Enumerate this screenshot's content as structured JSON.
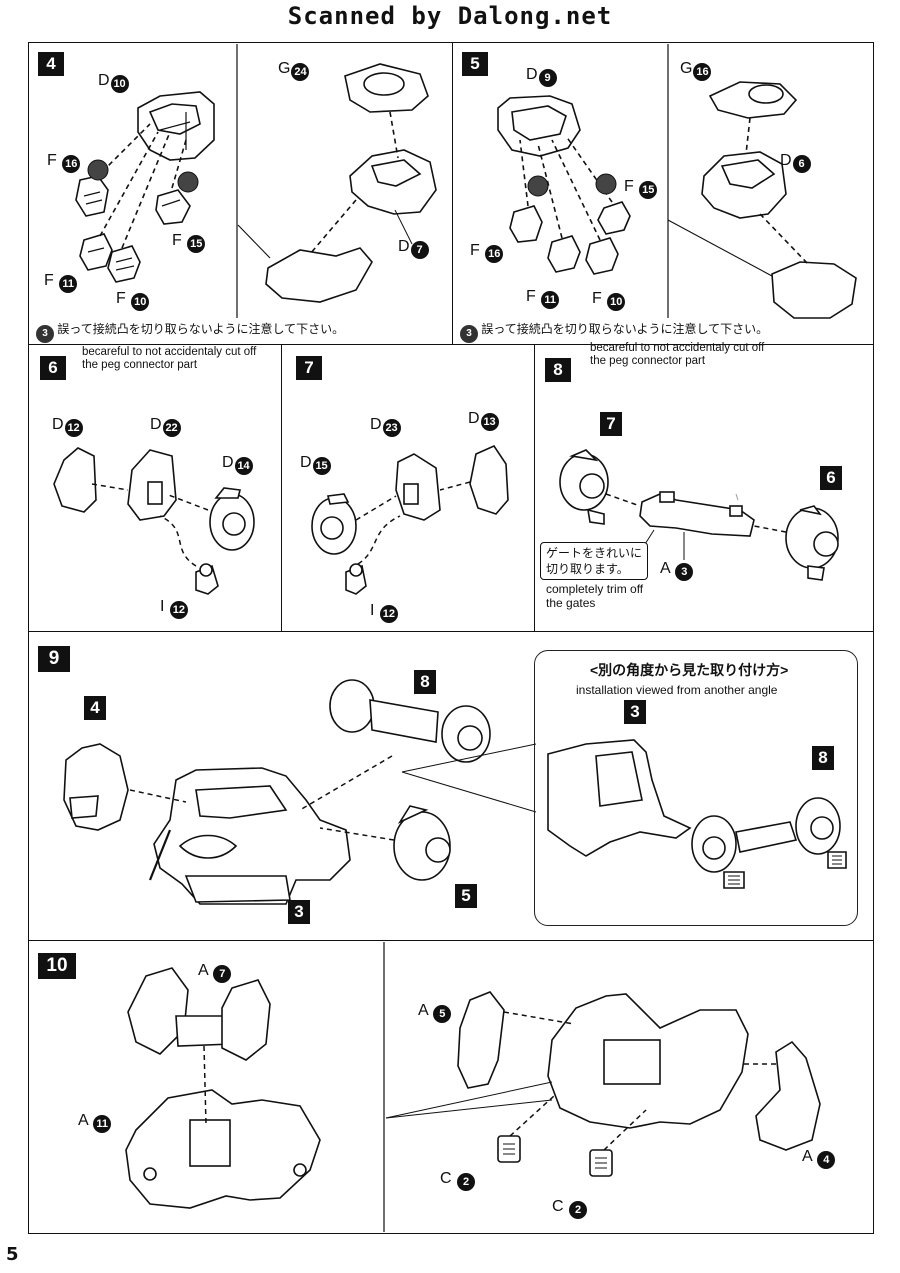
{
  "header": {
    "watermark": "Scanned by Dalong.net"
  },
  "page_number": "5",
  "caution_icon_text": "3",
  "steps": {
    "s4": {
      "number": "4",
      "labels": {
        "d10": "D",
        "f16": "F",
        "f15": "F",
        "f11": "F",
        "f10": "F",
        "g24": "G",
        "d7": "D"
      },
      "nums": {
        "d10": "10",
        "f16": "16",
        "f15": "15",
        "f11": "11",
        "f10": "10",
        "g24": "24",
        "d7": "7"
      },
      "caution_jp": "誤って接続凸を切り取らないように注意して下さい。"
    },
    "s5": {
      "number": "5",
      "labels": {
        "d9": "D",
        "f15": "F",
        "f16": "F",
        "f11": "F",
        "f10": "F",
        "g16": "G",
        "d6": "D"
      },
      "nums": {
        "d9": "9",
        "f15": "15",
        "f16": "16",
        "f11": "11",
        "f10": "10",
        "g16": "16",
        "d6": "6"
      },
      "caution_jp": "誤って接続凸を切り取らないように注意して下さい。"
    },
    "s6": {
      "number": "6",
      "note_en_1": "becareful to not accidentaly cut off",
      "note_en_2": "the peg connector part",
      "labels": {
        "d12": "D",
        "d22": "D",
        "d14": "D",
        "i12": "I"
      },
      "nums": {
        "d12": "12",
        "d22": "22",
        "d14": "14",
        "i12": "12"
      }
    },
    "s7": {
      "number": "7",
      "labels": {
        "d23": "D",
        "d13": "D",
        "d15": "D",
        "i12": "I"
      },
      "nums": {
        "d23": "23",
        "d13": "13",
        "d15": "15",
        "i12": "12"
      }
    },
    "s8": {
      "number": "8",
      "note_en_1": "becareful to not accidentaly cut off",
      "note_en_2": "the peg connector part",
      "sub_7": "7",
      "sub_6": "6",
      "callout_jp_1": "ゲートをきれいに",
      "callout_jp_2": "切り取ります。",
      "callout_en_1": "completely trim off",
      "callout_en_2": "the gates",
      "labels": {
        "a3": "A"
      },
      "nums": {
        "a3": "3"
      }
    },
    "s9": {
      "number": "9",
      "tag_4": "4",
      "tag_8": "8",
      "tag_3": "3",
      "tag_5": "5",
      "inset_title": "<別の角度から見た取り付け方>",
      "inset_subtitle": "installation viewed from another angle",
      "inset_tag_3": "3",
      "inset_tag_8": "8"
    },
    "s10": {
      "number": "10",
      "labels": {
        "a7": "A",
        "a11": "A",
        "a5": "A",
        "a4": "A",
        "c2a": "C",
        "c2b": "C"
      },
      "nums": {
        "a7": "7",
        "a11": "11",
        "a5": "5",
        "a4": "4",
        "c2a": "2",
        "c2b": "2"
      }
    }
  }
}
